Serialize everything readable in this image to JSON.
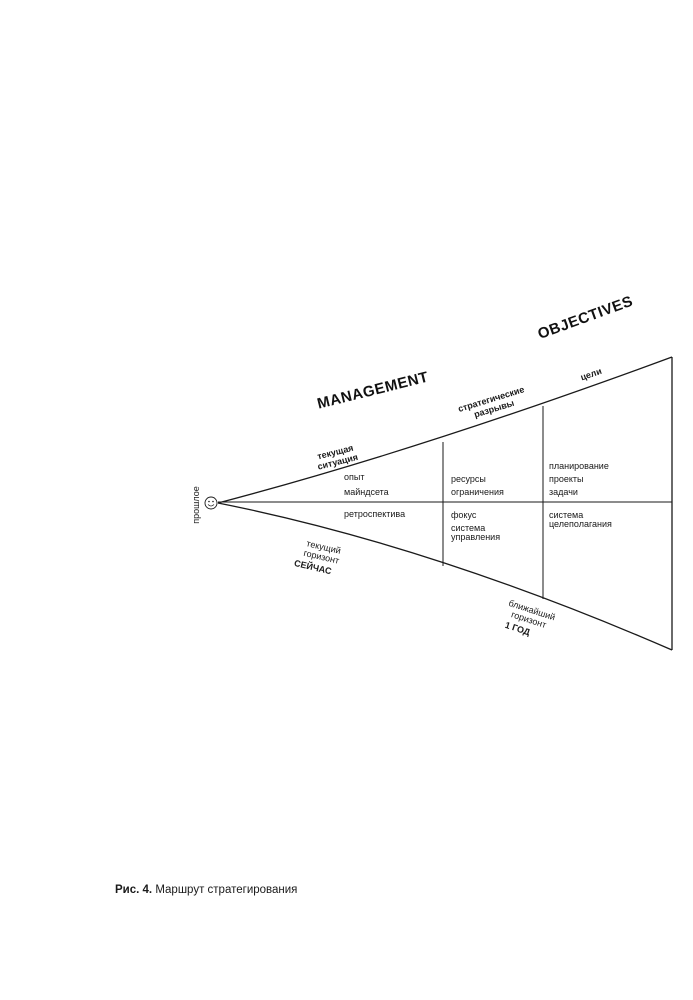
{
  "titles": {
    "management": "MANAGEMENT",
    "objectives": "OBJECTIVES"
  },
  "side_label": "прошлое",
  "top_labels": {
    "current_situation": [
      "текущая",
      "ситуация"
    ],
    "strategic_gaps": [
      "стратегические",
      "разрывы"
    ],
    "goals": "цели"
  },
  "bottom_labels": {
    "current_horizon": [
      "текущий",
      "горизонт"
    ],
    "now": "СЕЙЧАС",
    "near_horizon": [
      "ближайший",
      "горизонт"
    ],
    "one_year": "1 ГОД"
  },
  "cells": {
    "col1_upper": [
      "опыт",
      "майндсета"
    ],
    "col1_lower": [
      "ретроспектива"
    ],
    "col2_upper": [
      "ресурсы",
      "ограничения"
    ],
    "col2_lower": [
      "фокус",
      "система",
      "управления"
    ],
    "col3_upper": [
      "планирование",
      "проекты",
      "задачи"
    ],
    "col3_lower": [
      "система",
      "целеполагания"
    ]
  },
  "caption": {
    "number": "Рис. 4.",
    "text": "Маршрут стратегирования"
  }
}
